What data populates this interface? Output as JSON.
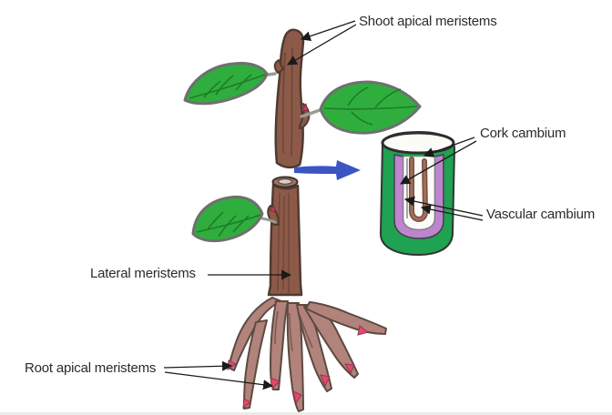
{
  "diagram": {
    "labels": {
      "shoot_apical": "Shoot apical meristems",
      "cork_cambium": "Cork cambium",
      "vascular_cambium": "Vascular cambium",
      "lateral": "Lateral meristems",
      "root_apical": "Root apical meristems"
    },
    "icons": {
      "transition_arrow": "right-arrow-icon"
    },
    "colors": {
      "leaf_green": "#2fae3e",
      "leaf_vein": "#1e7c28",
      "leaf_outline": "#6f6f6f",
      "stem_brown": "#8d5a49",
      "stem_outline": "#4e3b31",
      "stem_streak": "#6a4436",
      "root_brown": "#b1837a",
      "root_outline": "#5d4a42",
      "root_tip_pink": "#e8476b",
      "cylinder_green": "#1fa251",
      "cambium_purple": "#bc85cc",
      "strand_brown": "#7a5140",
      "strand_light": "#a3705c",
      "arrow_blue": "#3b55c4",
      "annotation": "#1a1a1a",
      "label_text": "#2b2b2b",
      "background": "#ffffff"
    }
  }
}
